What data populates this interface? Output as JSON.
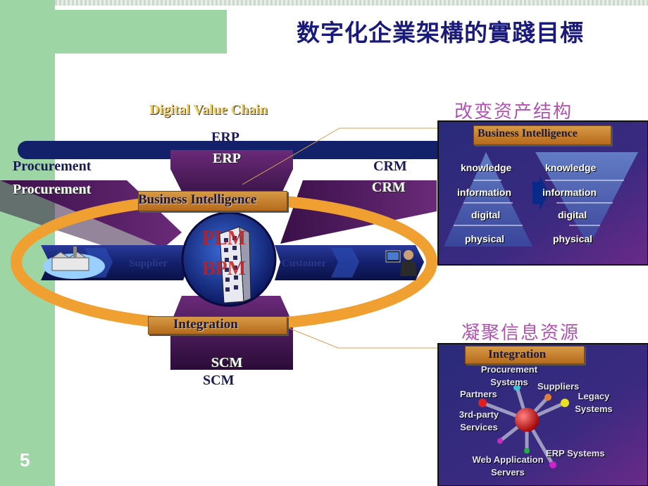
{
  "slide": {
    "title": "数字化企業架構的實踐目標",
    "page_number": "5"
  },
  "main_diagram": {
    "header": "Digital Value Chain",
    "erp_label": "ERP",
    "erp_box_label": "ERP",
    "procurement_label": "Procurement",
    "procurement_box_label": "Procurement",
    "crm_label": "CRM",
    "crm_box_label": "CRM",
    "bi_label": "Business Intelligence",
    "plm_label": "PLM",
    "bpm_label": "BPM",
    "supplier_label": "Supplier",
    "customer_label": "Customer",
    "integration_label": "Integration",
    "scm_box_label": "SCM",
    "scm_label": "SCM"
  },
  "bi_panel": {
    "heading": "改变资产结构",
    "title": "Business Intelligence",
    "left_levels": [
      "knowledge",
      "information",
      "digital",
      "physical"
    ],
    "right_levels": [
      "knowledge",
      "information",
      "digital",
      "physical"
    ]
  },
  "integration_panel": {
    "heading": "凝聚信息资源",
    "title": "Integration",
    "nodes": {
      "procurement": "Procurement Systems",
      "suppliers": "Suppliers",
      "partners": "Partners",
      "legacy": "Legacy Systems",
      "third_party": "3rd-party Services",
      "erp": "ERP Systems",
      "web_app": "Web Application Servers"
    }
  },
  "colors": {
    "green": "#9ed5a4",
    "navy": "#13206a",
    "purple": "#4a1a5a",
    "orange": "#f0a030",
    "gold": "#c98532",
    "title": "#1a1a7a",
    "cjk_heading": "#b252b2"
  }
}
